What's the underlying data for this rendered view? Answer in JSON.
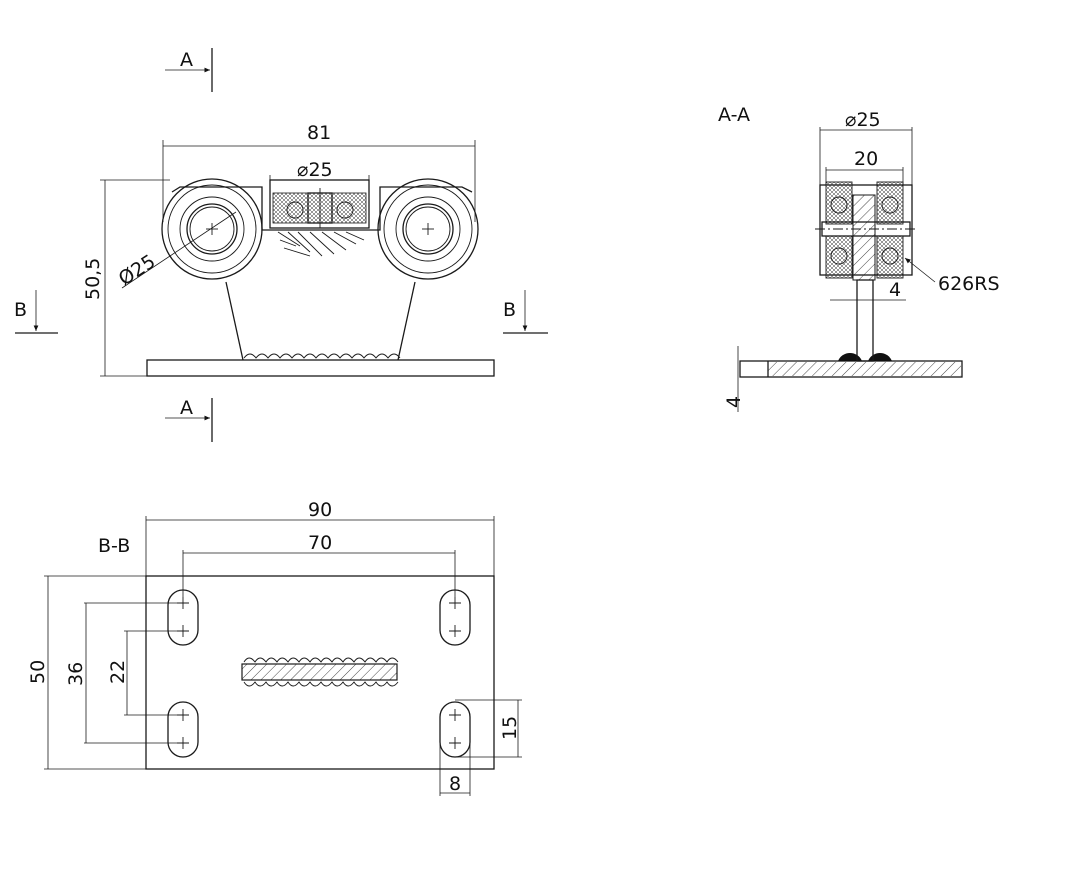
{
  "section_labels": {
    "a_top": "A",
    "a_bottom": "A",
    "b_left": "B",
    "b_right": "B",
    "section_aa": "A-A",
    "section_bb": "B-B"
  },
  "front_view": {
    "width": "81",
    "height": "50,5",
    "bearing_dia": "⌀25",
    "roller_dia": "Ø25"
  },
  "section_aa": {
    "outer_dia": "⌀25",
    "width": "20",
    "bearing": "626RS",
    "axle": "4",
    "plate": "4"
  },
  "section_bb": {
    "width": "90",
    "hole_spacing": "70",
    "height": "50",
    "outer_spacing": "36",
    "inner_spacing": "22",
    "slot_length": "15",
    "slot_width": "8"
  }
}
